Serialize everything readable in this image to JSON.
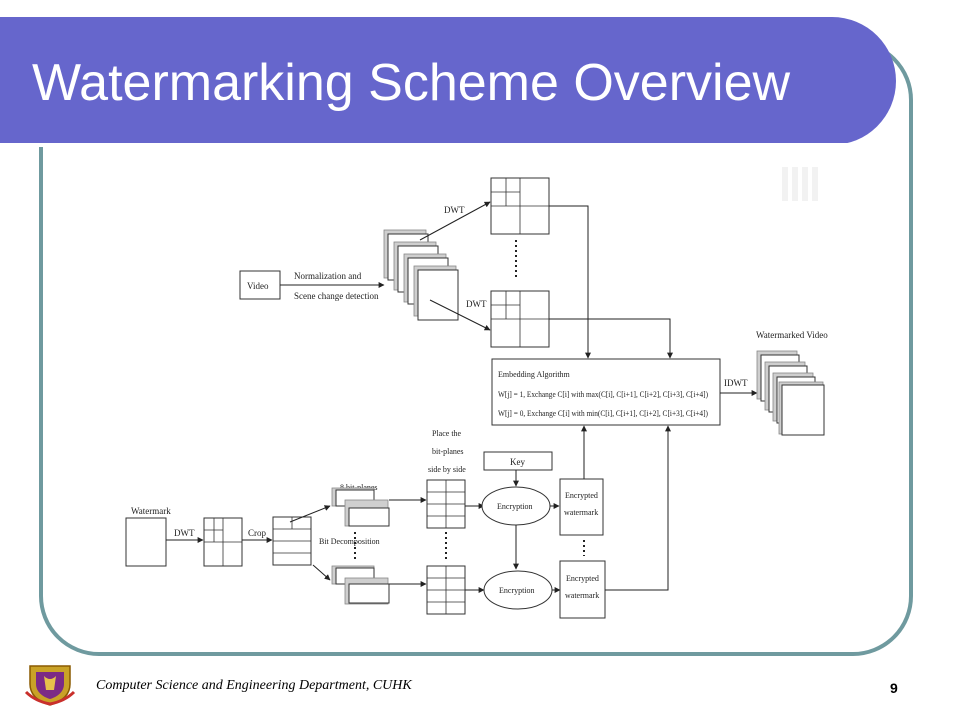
{
  "slide": {
    "title": "Watermarking Scheme Overview",
    "footer": "Computer Science and Engineering Department, CUHK",
    "page_number": "9"
  },
  "diagram": {
    "video": "Video",
    "norm_line1": "Normalization and",
    "norm_line2": "Scene change detection",
    "dwt_top": "DWT",
    "dwt_mid": "DWT",
    "embed_title": "Embedding Algorithm",
    "embed_rule1": "W[j] = 1, Exchange C[i] with max(C[i], C[i+1], C[i+2], C[i+3], C[i+4])",
    "embed_rule2": "W[j] = 0, Exchange C[i] with min(C[i], C[i+1], C[i+2], C[i+3], C[i+4])",
    "idwt": "IDWT",
    "watermarked_video": "Watermarked Video",
    "watermark": "Watermark",
    "dwt_bottom": "DWT",
    "crop": "Crop",
    "bit_planes": "8 bit-planes",
    "bit_decomp": "Bit Decomposition",
    "place_line1": "Place the",
    "place_line2": "bit-planes",
    "place_line3": "side by side",
    "key": "Key",
    "encryption_1": "Encryption",
    "encryption_2": "Encryption",
    "encrypted_1_line1": "Encrypted",
    "encrypted_1_line2": "watermark",
    "encrypted_2_line1": "Encrypted",
    "encrypted_2_line2": "watermark"
  }
}
